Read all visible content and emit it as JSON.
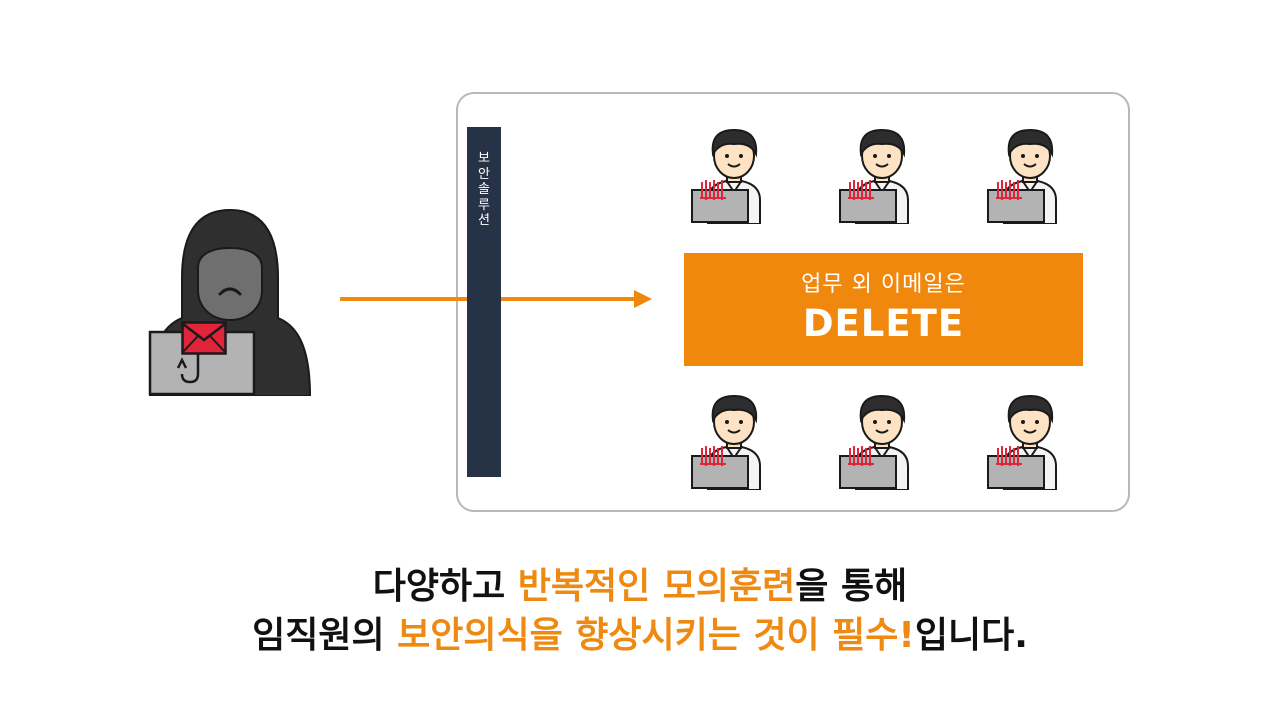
{
  "security_solution_label": "보안솔루션",
  "banner": {
    "line1": "업무 외 이메일은",
    "line2": "DELETE"
  },
  "caption": {
    "line1_part1": "다양하고 ",
    "line1_highlight": "반복적인 모의훈련",
    "line1_part2": "을 통해",
    "line2_part1": "임직원의 ",
    "line2_highlight": "보안의식을 향상시키는 것이 필수!",
    "line2_part2": "입니다."
  },
  "icons": {
    "hacker": "hooded-hacker-icon",
    "phishing_mail": "phishing-envelope-icon",
    "employee": "employee-at-laptop-icon",
    "arrow": "arrow-right-icon"
  },
  "colors": {
    "accent_orange": "#f0880e",
    "highlight_text": "#ee8a12",
    "security_bar": "#263246",
    "phishing_red": "#e0243a",
    "hacker_dark": "#2f2f30"
  }
}
